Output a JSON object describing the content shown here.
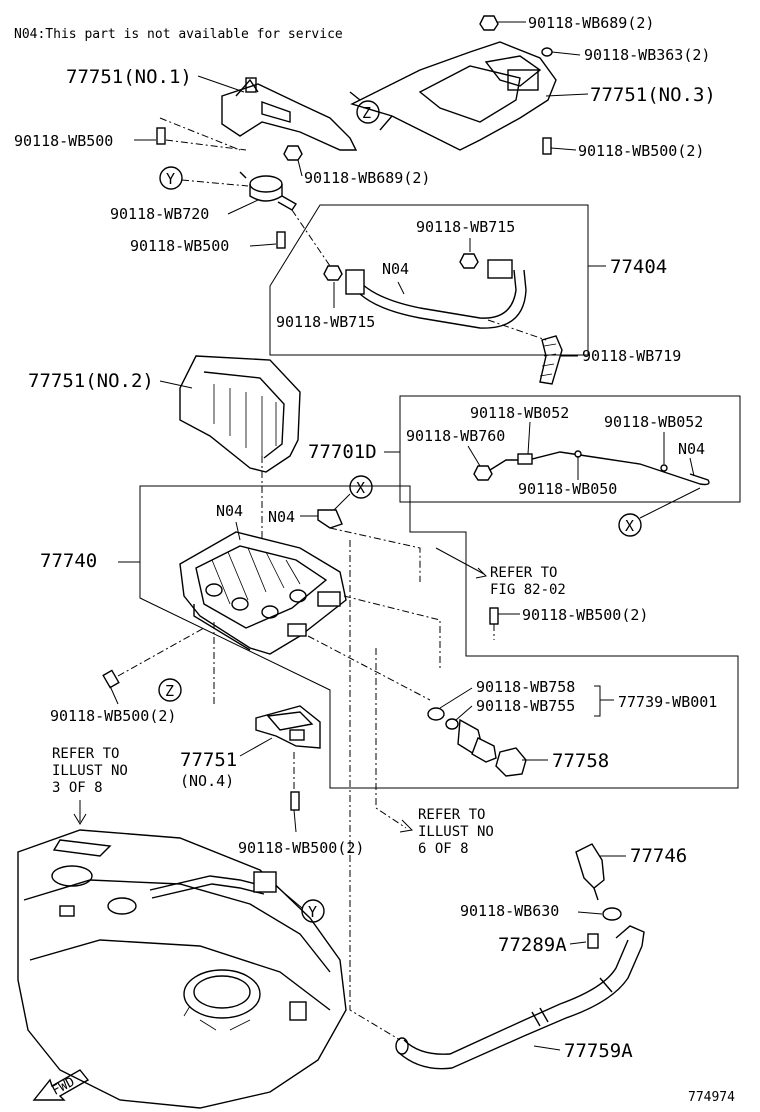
{
  "note": "N04:This part is not available for service",
  "diagram_id": "774974",
  "labels": {
    "p77751_no1": "77751(NO.1)",
    "p77751_no3": "77751(NO.3)",
    "p77751_no2": "77751(NO.2)",
    "p77751_no4_a": "77751",
    "p77751_no4_b": "(NO.4)",
    "wb689_top": "90118-WB689(2)",
    "wb363": "90118-WB363(2)",
    "wb500_left": "90118-WB500",
    "wb500_right2": "90118-WB500(2)",
    "wb689_mid": "90118-WB689(2)",
    "wb720": "90118-WB720",
    "wb500_mid": "90118-WB500",
    "wb715_top": "90118-WB715",
    "n04_hose": "N04",
    "p77404": "77404",
    "wb715_bot": "90118-WB715",
    "wb719": "90118-WB719",
    "wb052_a": "90118-WB052",
    "wb052_b": "90118-WB052",
    "wb760": "90118-WB760",
    "p77701d": "77701D",
    "n04_cable": "N04",
    "wb050": "90118-WB050",
    "n04_can1": "N04",
    "n04_can2": "N04",
    "p77740": "77740",
    "refer_fig_a": "REFER TO",
    "refer_fig_b": "FIG 82-02",
    "wb500_can": "90118-WB500(2)",
    "wb500_left2": "90118-WB500(2)",
    "wb758": "90118-WB758",
    "wb755": "90118-WB755",
    "p77739": "77739-WB001",
    "p77758": "77758",
    "refer3_a": "REFER TO",
    "refer3_b": "ILLUST NO",
    "refer3_c": "3 OF 8",
    "wb500_no4": "90118-WB500(2)",
    "refer6_a": "REFER TO",
    "refer6_b": "ILLUST NO",
    "refer6_c": "6 OF 8",
    "p77746": "77746",
    "wb630": "90118-WB630",
    "p77289a": "77289A",
    "p77759a": "77759A",
    "callout_z": "Z",
    "callout_y": "Y",
    "callout_x": "X",
    "fwd": "FWD"
  }
}
